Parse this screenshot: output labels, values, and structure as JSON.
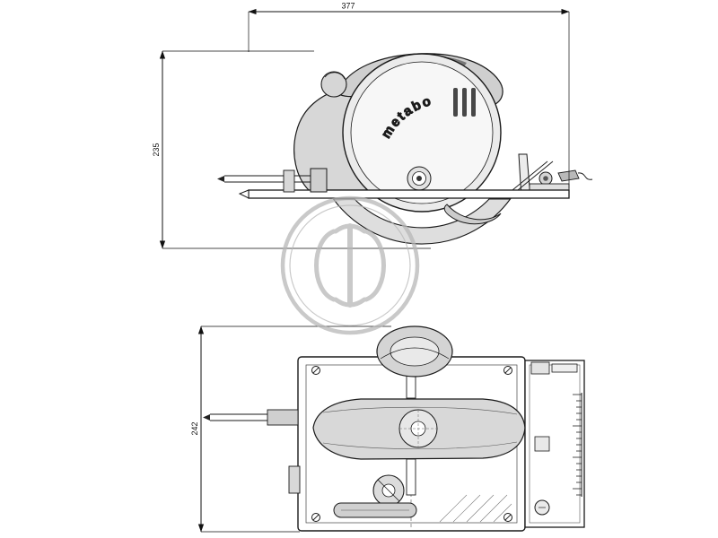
{
  "drawing": {
    "brand": "metabo",
    "dimension_labels": {
      "length": "377",
      "height": "235",
      "width": "242"
    }
  },
  "colors": {
    "line": "#1a1a1a",
    "shade_light": "#d9d9d9",
    "watermark": "#b8b8b8",
    "background": "#ffffff"
  }
}
